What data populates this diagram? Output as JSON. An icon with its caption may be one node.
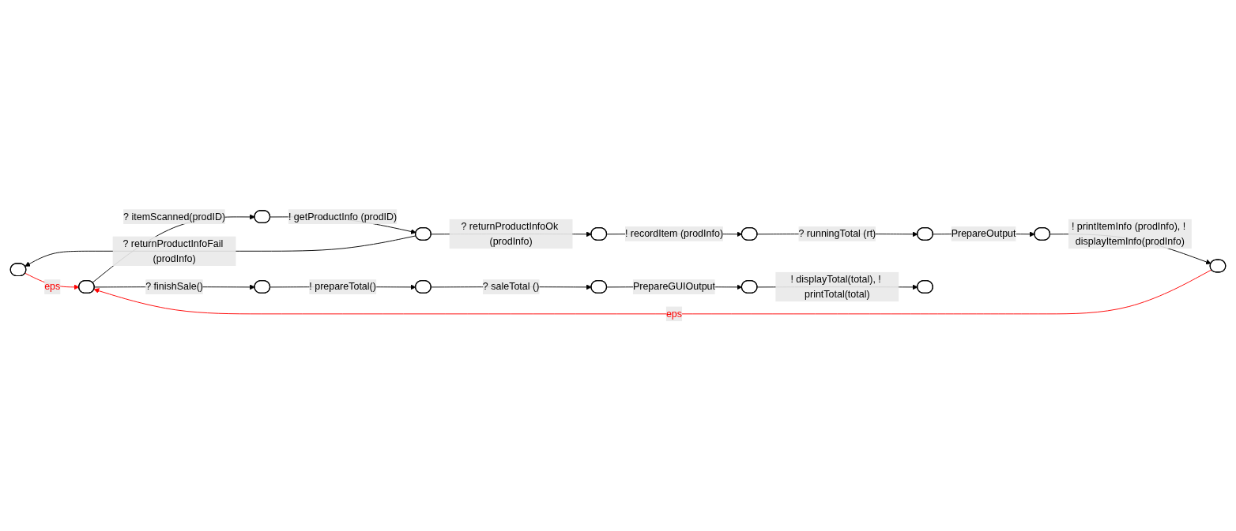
{
  "diagram": {
    "nodes": [
      {
        "text": [],
        "shape": "ellipse"
      },
      {
        "text": [],
        "shape": "ellipse"
      },
      {
        "text": [],
        "shape": "ellipse"
      },
      {
        "text": [],
        "shape": "ellipse"
      },
      {
        "text": [],
        "shape": "ellipse"
      },
      {
        "text": [],
        "shape": "ellipse"
      },
      {
        "text": [],
        "shape": "ellipse"
      },
      {
        "text": [],
        "shape": "ellipse"
      },
      {
        "text": [],
        "shape": "ellipse"
      },
      {
        "text": [],
        "shape": "ellipse"
      },
      {
        "text": [],
        "shape": "ellipse"
      },
      {
        "text": [],
        "shape": "ellipse"
      },
      {
        "text": [],
        "shape": "ellipse"
      },
      {
        "text": [],
        "shape": "ellipse"
      }
    ],
    "edges": [
      {
        "from": 0,
        "to": 5,
        "arrow": "to",
        "label": "eps",
        "color": "#ff0000"
      },
      {
        "from": 5,
        "to": 1,
        "arrow": "to",
        "label": "? itemScanned(prodID)"
      },
      {
        "from": 1,
        "to": 2,
        "arrow": "to",
        "label": "! getProductInfo (prodID)"
      },
      {
        "from": 2,
        "to": 0,
        "arrow": "to",
        "label": "? returnProductInfoFail (prodInfo)"
      },
      {
        "from": 2,
        "to": 3,
        "arrow": "to",
        "label": "? returnProductInfoOk (prodInfo)"
      },
      {
        "from": 3,
        "to": 4,
        "arrow": "to",
        "label": "! recordItem (prodInfo)"
      },
      {
        "from": 4,
        "to": 8,
        "arrow": "to",
        "label": "? runningTotal (rt)"
      },
      {
        "from": 8,
        "to": 7,
        "arrow": "to",
        "label": "PrepareOutput"
      },
      {
        "from": 7,
        "to": 6,
        "arrow": "to",
        "label": "! printItemInfo (prodInfo), ! displayItemInfo(prodInfo)"
      },
      {
        "from": 6,
        "to": 5,
        "arrow": "to",
        "label": "eps",
        "color": "#ff0000"
      },
      {
        "from": 5,
        "to": 9,
        "arrow": "to",
        "label": "? finishSale()"
      },
      {
        "from": 9,
        "to": 10,
        "arrow": "to",
        "label": "! prepareTotal()"
      },
      {
        "from": 10,
        "to": 11,
        "arrow": "to",
        "label": "? saleTotal ()"
      },
      {
        "from": 11,
        "to": 12,
        "arrow": "to",
        "label": "PrepareGUIOutput"
      },
      {
        "from": 12,
        "to": 13,
        "arrow": "to",
        "label": "! displayTotal(total), ! printTotal(total)"
      }
    ]
  }
}
